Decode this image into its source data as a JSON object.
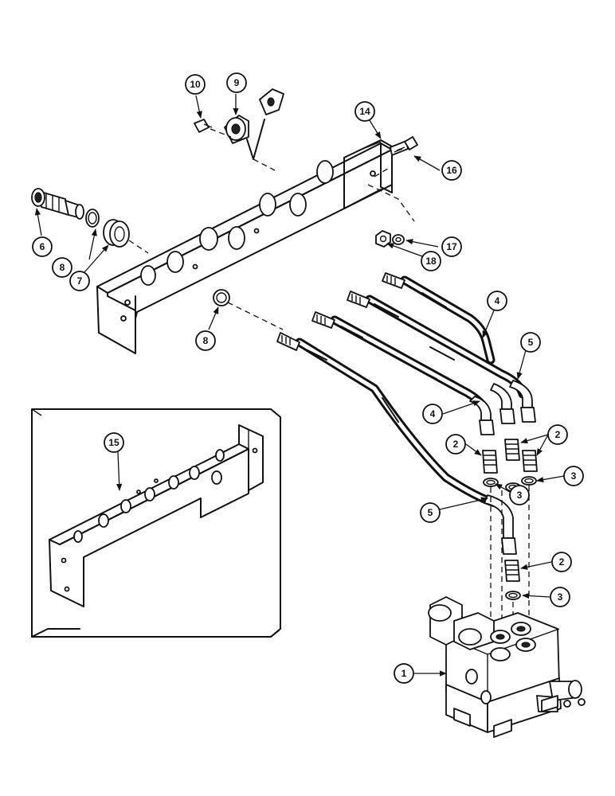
{
  "callouts": {
    "c1": "1",
    "c2a": "2",
    "c2b": "2",
    "c2c": "2",
    "c3a": "3",
    "c3b": "3",
    "c3c": "3",
    "c4a": "4",
    "c4b": "4",
    "c5a": "5",
    "c5b": "5",
    "c6": "6",
    "c7": "7",
    "c8a": "8",
    "c8b": "8",
    "c9": "9",
    "c10": "10",
    "c14": "14",
    "c15": "15",
    "c16": "16",
    "c17": "17",
    "c18": "18"
  }
}
